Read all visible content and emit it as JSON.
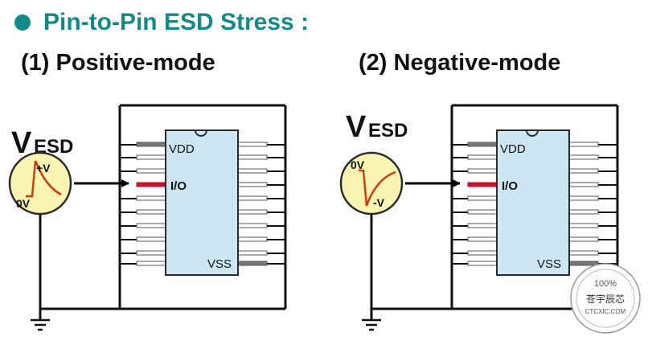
{
  "heading": {
    "bullet_color": "#138a8a",
    "text": "Pin-to-Pin ESD Stress :",
    "text_color": "#138a8a"
  },
  "panels": [
    {
      "mode_label": "(1) Positive-mode",
      "source": {
        "symbol_main": "V",
        "symbol_sub": "ESD",
        "peak_label": "+V",
        "base_label": "0V"
      },
      "chip": {
        "top_pin": "VDD",
        "io_pin": "I/O",
        "bottom_pin": "VSS"
      }
    },
    {
      "mode_label": "(2) Negative-mode",
      "source": {
        "symbol_main": "V",
        "symbol_sub": "ESD",
        "peak_label": "-V",
        "base_label": "0V"
      },
      "chip": {
        "top_pin": "VDD",
        "io_pin": "I/O",
        "bottom_pin": "VSS"
      }
    }
  ],
  "colors": {
    "chip_fill": "#cde6f3",
    "source_fill": "#fbf5b4",
    "pulse": "#d03a12",
    "io_pin": "#c8102e",
    "pin": "#555555"
  },
  "watermark": {
    "top_text": "100%",
    "middle_text": "苍宇辰芯",
    "bottom_text": "CTCXIC.COM"
  }
}
